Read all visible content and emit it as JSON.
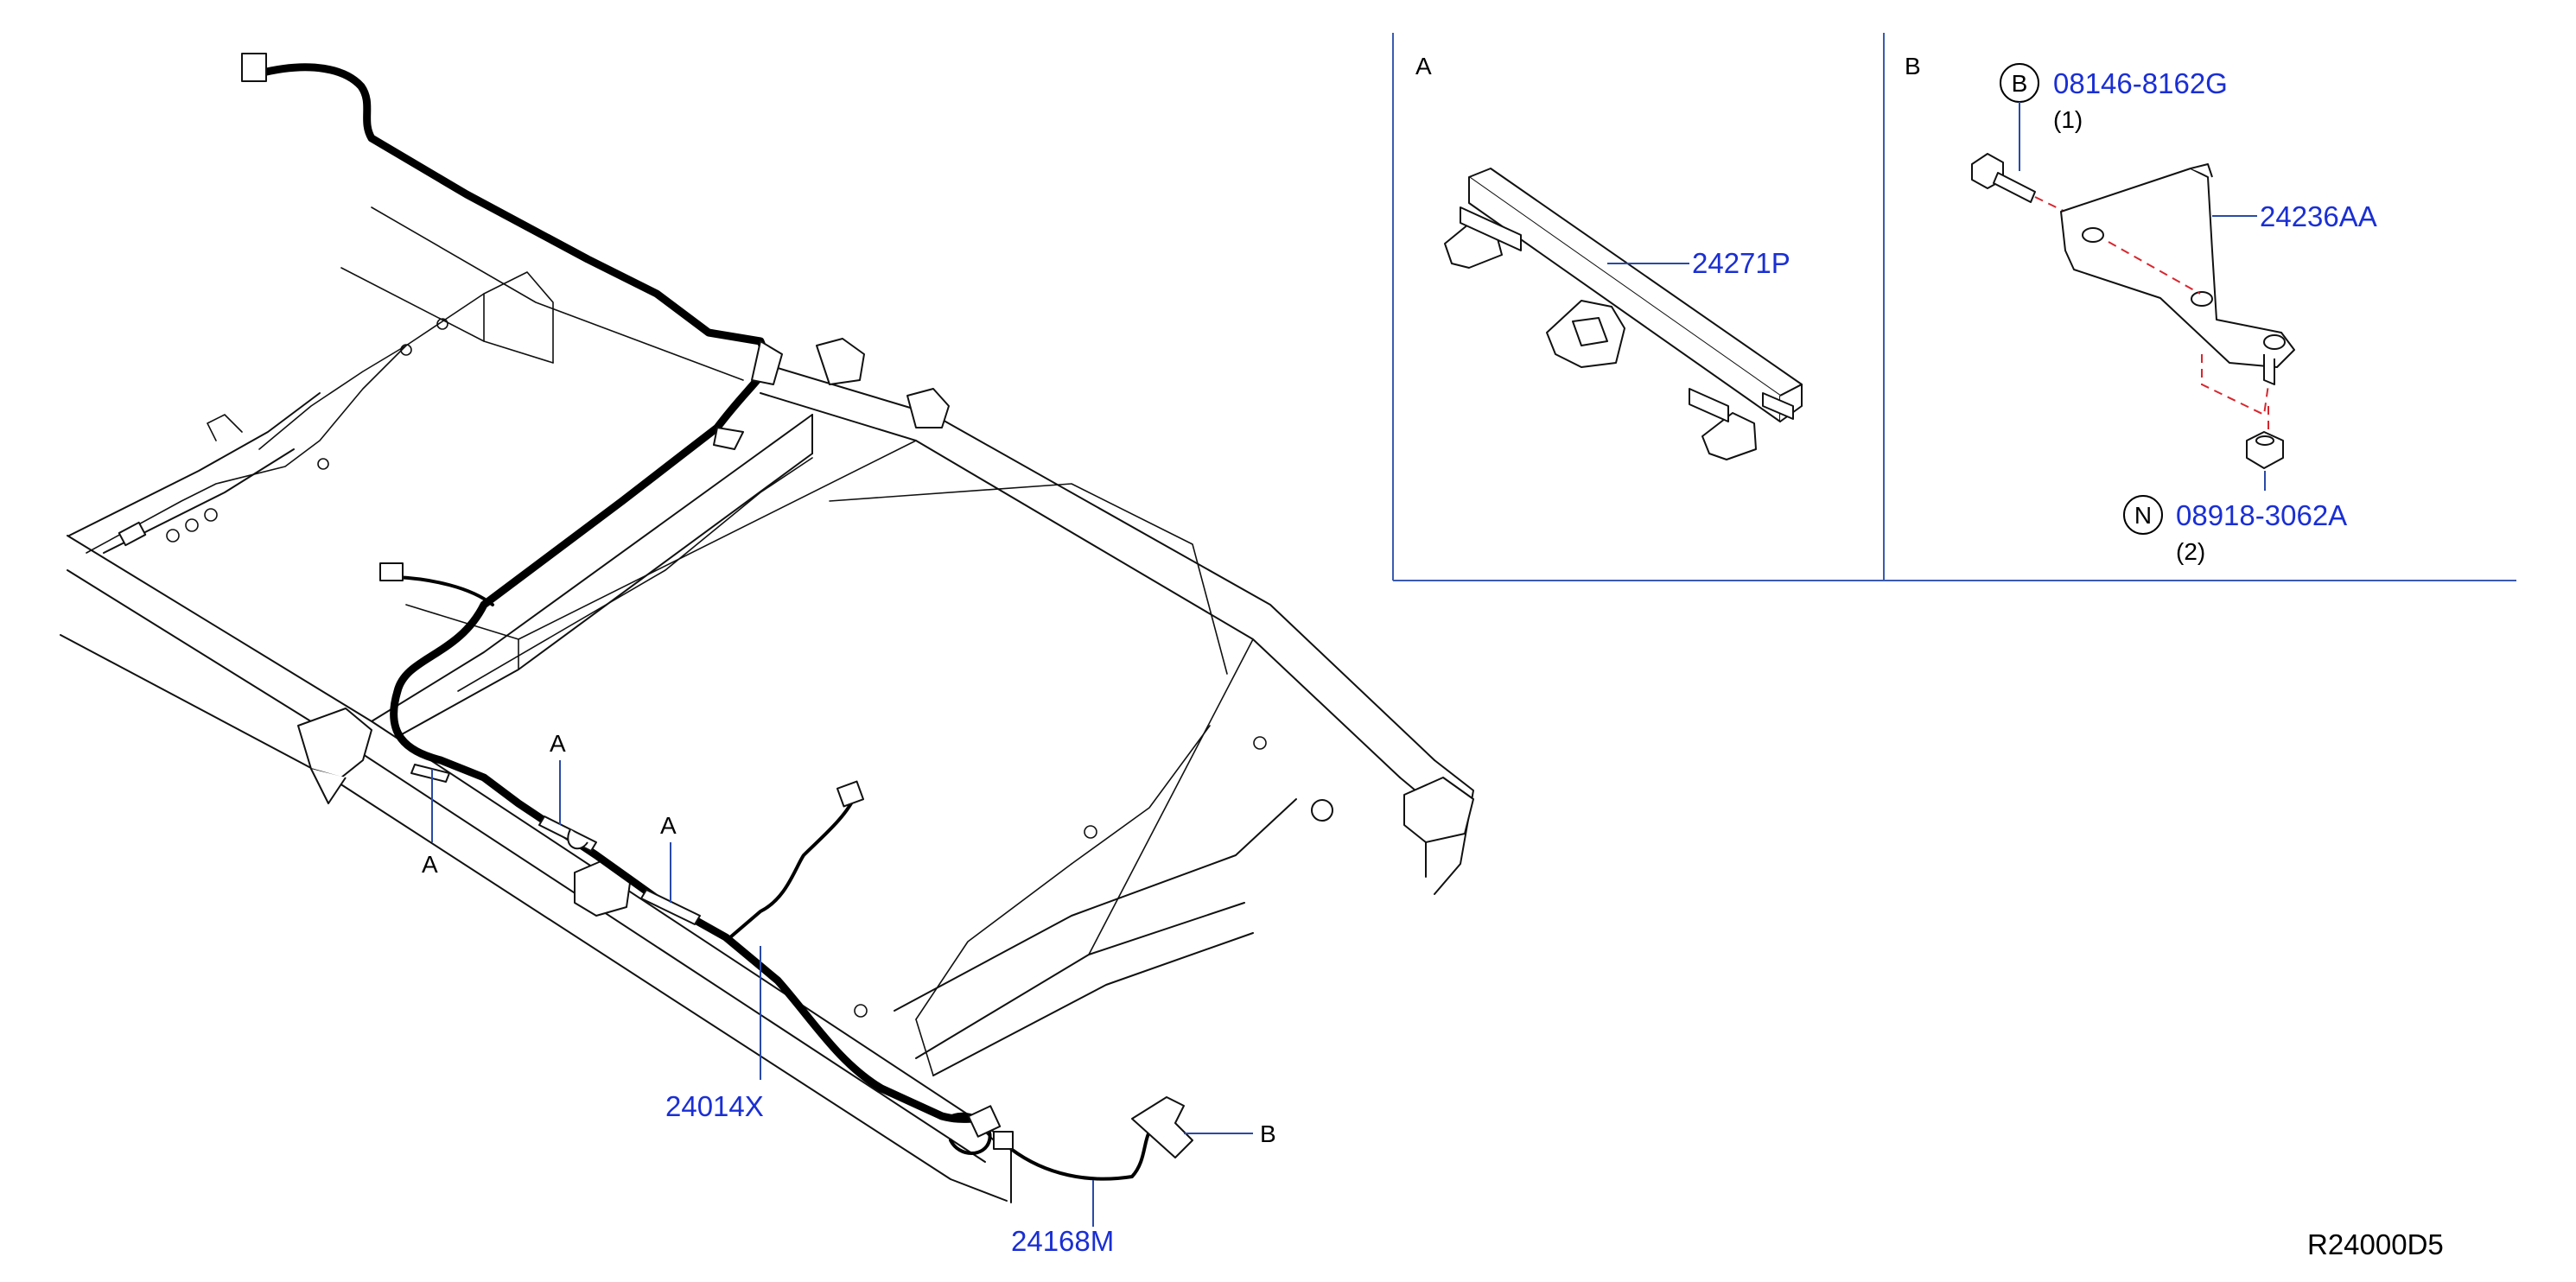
{
  "diagram_code": "R24000D5",
  "panel_a": {
    "title": "A",
    "part": "24271P"
  },
  "panel_b": {
    "title": "B",
    "bolt": {
      "symbol": "B",
      "part": "08146-8162G",
      "qty": "(1)"
    },
    "bracket": {
      "part": "24236AA"
    },
    "nut": {
      "symbol": "N",
      "part": "08918-3062A",
      "qty": "(2)"
    }
  },
  "main": {
    "harness_part": "24014X",
    "sub_harness_part": "24168M",
    "callout_a": "A",
    "callout_b": "B"
  }
}
